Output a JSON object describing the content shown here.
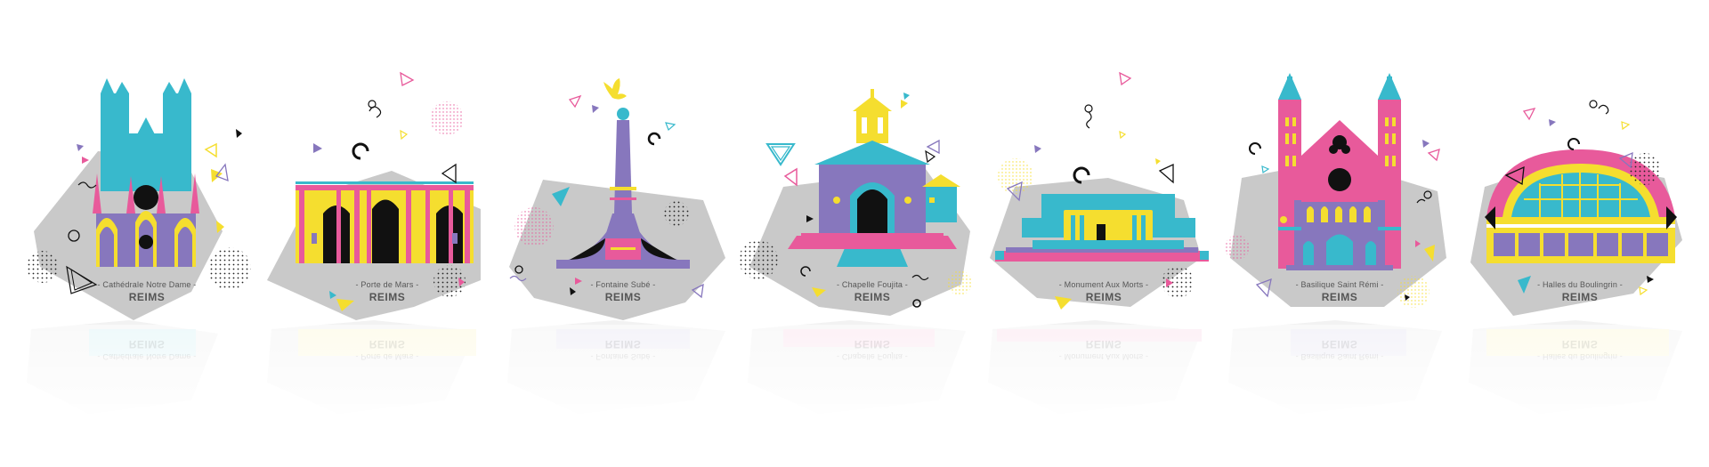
{
  "palette": {
    "cyan": "#38b9cc",
    "pink": "#e85a9b",
    "yellow": "#f5de2f",
    "purple": "#8777bd",
    "grey": "#cbcbcb",
    "black": "#111111"
  },
  "landmarks": [
    {
      "id": "cathedrale",
      "name": "- Cathédrale Notre Dame -",
      "city": "REIMS",
      "icon": "cathedral-icon"
    },
    {
      "id": "porte",
      "name": "- Porte de Mars -",
      "city": "REIMS",
      "icon": "triumphal-arch-icon"
    },
    {
      "id": "fontaine",
      "name": "- Fontaine Subé -",
      "city": "REIMS",
      "icon": "fountain-column-icon"
    },
    {
      "id": "chapelle",
      "name": "- Chapelle Foujita -",
      "city": "REIMS",
      "icon": "chapel-icon"
    },
    {
      "id": "monument",
      "name": "- Monument Aux Morts -",
      "city": "REIMS",
      "icon": "war-memorial-icon"
    },
    {
      "id": "basilique",
      "name": "- Basilique Saint Rémi -",
      "city": "REIMS",
      "icon": "basilica-icon"
    },
    {
      "id": "halles",
      "name": "- Halles du Boulingrin -",
      "city": "REIMS",
      "icon": "market-hall-icon"
    }
  ]
}
